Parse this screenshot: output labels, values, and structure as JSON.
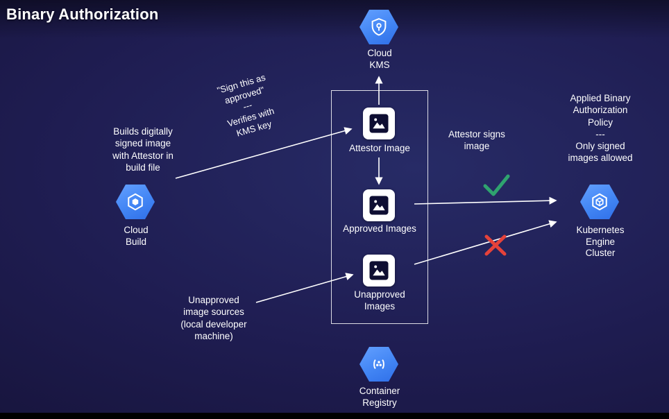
{
  "title": "Binary Authorization",
  "colors": {
    "hexagon_blue": "#4285f4",
    "check_green": "#2fa36f",
    "cross_red": "#e5423a"
  },
  "nodes": {
    "cloud_kms": {
      "label": "Cloud\nKMS",
      "icon": "kms-shield-key-icon"
    },
    "cloud_build": {
      "label": "Cloud\nBuild",
      "icon": "cloud-build-icon"
    },
    "kubernetes_engine": {
      "label": "Kubernetes\nEngine\nCluster",
      "icon": "kubernetes-engine-icon"
    },
    "container_registry": {
      "label": "Container\nRegistry",
      "icon": "container-registry-icon"
    },
    "attestor_image": {
      "label": "Attestor Image",
      "icon": "image-icon"
    },
    "approved_images": {
      "label": "Approved Images",
      "icon": "image-icon"
    },
    "unapproved_images": {
      "label": "Unapproved\nImages",
      "icon": "image-icon"
    }
  },
  "annotations": {
    "builds_note": "Builds digitally\nsigned image\nwith Attestor in\nbuild file",
    "sign_note": "\"Sign this as\napproved\"\n---\nVerifies with\nKMS key",
    "attestor_signs_note": "Attestor signs\nimage",
    "policy_note": "Applied Binary\nAuthorization\nPolicy\n---\nOnly signed\nimages allowed",
    "unapproved_sources_note": "Unapproved\nimage sources\n(local developer\nmachine)"
  },
  "marks": {
    "allowed": "check",
    "blocked": "cross"
  }
}
